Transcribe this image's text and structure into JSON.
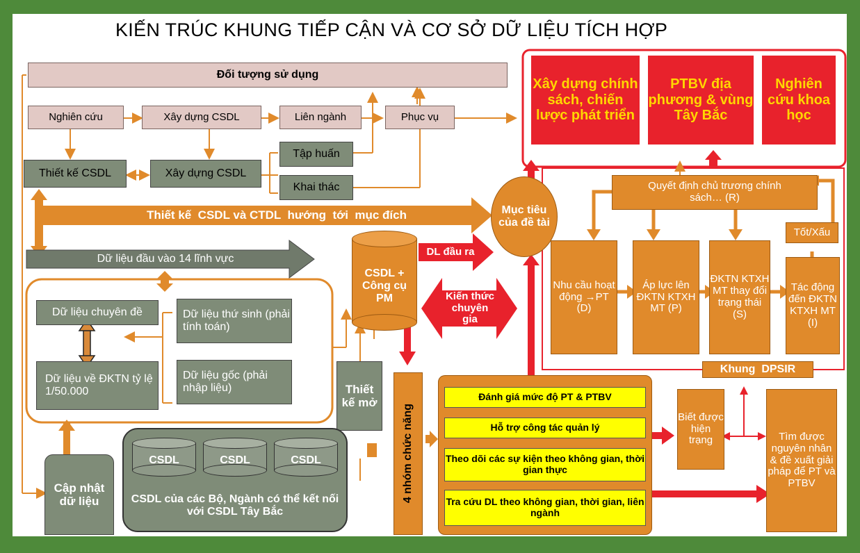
{
  "title": "KIẾN TRÚC KHUNG TIẾP CẬN VÀ CƠ SỞ DỮ LIỆU TÍCH HỢP",
  "users": {
    "header": "Đối tượng sử dụng",
    "row": [
      "Nghiên cứu",
      "Xây dựng CSDL",
      "Liên ngành",
      "Phục vụ"
    ],
    "thiet_ke": "Thiết kế CSDL",
    "xay_dung": "Xây dựng CSDL",
    "tap_huan": "Tập huấn",
    "khai_thac": "Khai thác"
  },
  "outputs": {
    "o1": "Xây dựng chính sách, chiến lược phát triển",
    "o2": "PTBV địa phương & vùng Tây Bắc",
    "o3": "Nghiên cứu khoa học"
  },
  "arrows": {
    "design_arrow": "Thiết kế  CSDL và CTDL  hướng  tới  mục đích",
    "input_arrow": "Dữ liệu đầu vào 14 lĩnh vực",
    "dl_dau_ra": "DL đầu ra",
    "kien_thuc": "Kiến thức chuyên gia"
  },
  "data_sources": {
    "chuyen_de": "Dữ liệu chuyên đề",
    "dktn": "Dữ liệu về ĐKTN tỷ lệ 1/50.000",
    "thu_sinh": "Dữ liệu thứ sinh (phải tính toán)",
    "goc": "Dữ liệu gốc (phải nhập liệu)"
  },
  "core": {
    "csdl_tool": "CSDL + Công cụ PM",
    "goal": "Mục tiêu của đề tài",
    "thiet_ke_mo": "Thiết kế mở",
    "cap_nhat": "Cập nhật dữ liệu"
  },
  "ministry_db": {
    "cyl": [
      "CSDL",
      "CSDL",
      "CSDL"
    ],
    "caption": "CSDL của các Bộ, Ngành có thể kết nối với CSDL Tây Bắc"
  },
  "functions": {
    "vertical_label": "4 nhóm chức năng",
    "items": [
      "Đánh giá mức độ PT & PTBV",
      "Hỗ trợ công tác quản lý",
      "Theo dõi các sự kiện theo không gian, thời gian thực",
      "Tra cứu DL theo không gian, thời gian, liên ngành"
    ]
  },
  "dpsir": {
    "decision": "Quyết định chủ trương chính sách… (R)",
    "tot_xau": "Tốt/Xấu",
    "d": "Nhu cầu hoạt động →PT (D)",
    "p": "Áp lực lên ĐKTN KTXH MT (P)",
    "s": "ĐKTN KTXH MT thay đổi trạng thái (S)",
    "i": "Tác động đến ĐKTN KTXH MT (I)",
    "frame": "Khung  DPSIR"
  },
  "results": {
    "biet": "Biết được hiện trạng",
    "tim": "Tìm được nguyên nhân & đề xuất giải pháp để PT và PTBV"
  },
  "colors": {
    "orange": "#e08a2b",
    "red": "#e8222c",
    "yellow": "#ffff00",
    "gray": "#7f8c78",
    "pink": "#e2c9c5",
    "frame_green": "#4e8a3a"
  }
}
